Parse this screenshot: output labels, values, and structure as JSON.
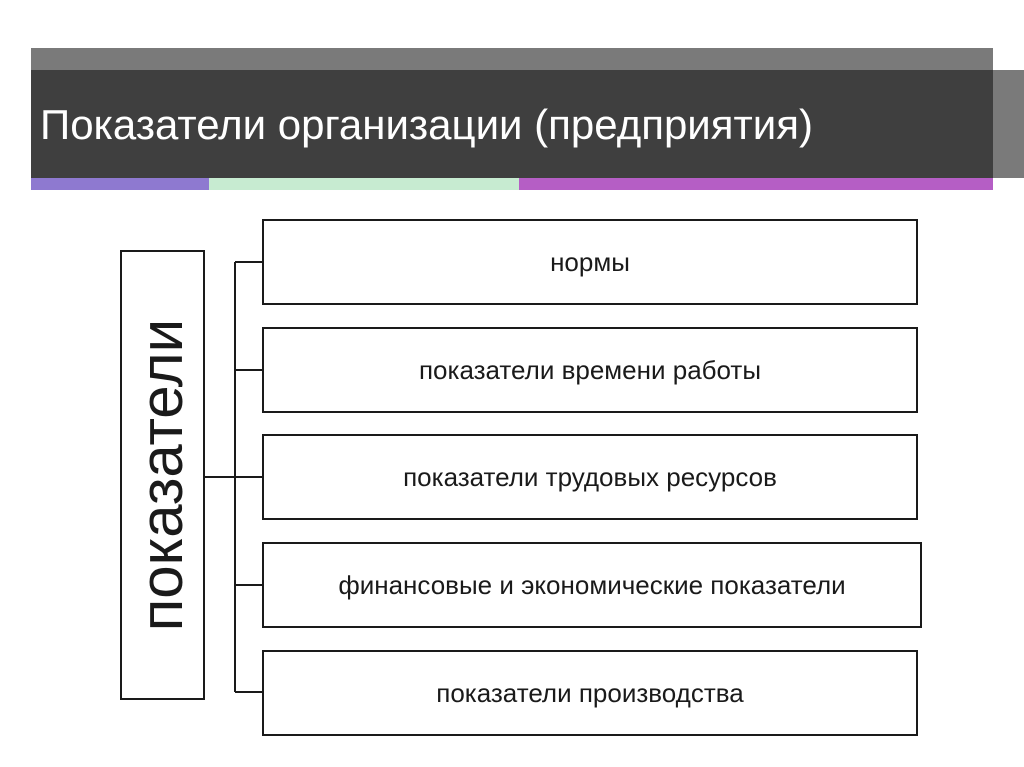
{
  "slide": {
    "title": "Показатели организации (предприятия)",
    "colors": {
      "header_dark": "#3f3f3f",
      "header_gray": "#7a7a7a",
      "accent_purple": "#8e79d0",
      "accent_mint": "#c7ebd1",
      "accent_magenta": "#b55ec5",
      "line": "#1a1a1a"
    }
  },
  "diagram": {
    "root": "показатели",
    "items": [
      "нормы",
      "показатели времени работы",
      "показатели трудовых ресурсов",
      "финансовые и экономические показатели",
      "показатели производства"
    ]
  }
}
